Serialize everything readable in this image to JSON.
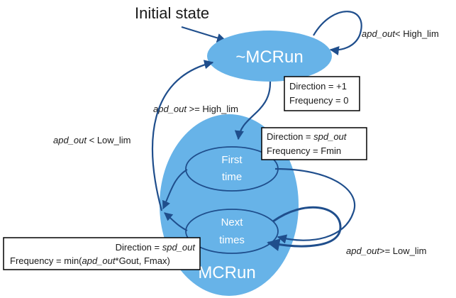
{
  "title": "Initial state",
  "colors": {
    "state_fill": "#67b3e8",
    "arrow": "#1f4e8c",
    "box_border": "#000000"
  },
  "states": {
    "not_mcrun": "~MCRun",
    "mcrun": "MCRun",
    "first_time": [
      "First",
      "time"
    ],
    "next_times": [
      "Next",
      "times"
    ]
  },
  "boxes": {
    "not_mcrun": {
      "direction": "Direction = +1",
      "frequency": "Frequency = 0"
    },
    "first_time": {
      "direction_prefix": "Direction = ",
      "direction_var": "spd_out",
      "frequency": "Frequency = Fmin"
    },
    "next_times": {
      "direction_prefix": "Direction = ",
      "direction_var": "spd_out",
      "frequency_prefix": "Frequency = min(",
      "frequency_var": "apd_out",
      "frequency_suffix": "*Gout, Fmax)"
    }
  },
  "transitions": {
    "self_loop_not_mcrun": {
      "var": "apd_out",
      "rest": "< High_lim"
    },
    "not_mcrun_to_mcrun": {
      "var": "apd_out",
      "rest": " >= High_lim"
    },
    "mcrun_to_not_mcrun": {
      "var": "apd_out",
      "rest": " < Low_lim"
    },
    "self_loop_next_times": {
      "var": "apd_out",
      "rest": ">= Low_lim"
    }
  }
}
